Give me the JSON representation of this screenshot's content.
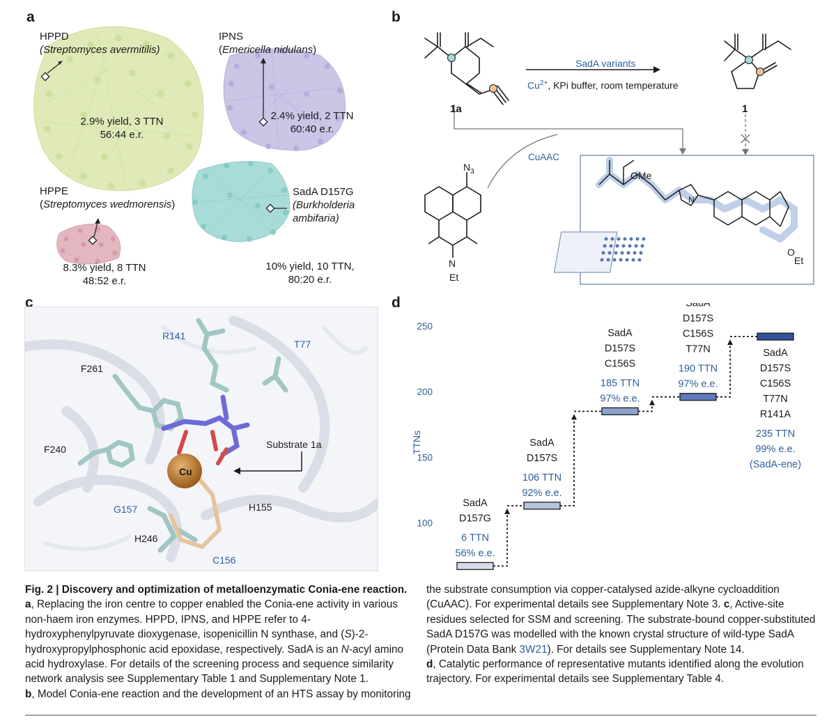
{
  "panels": {
    "a": "a",
    "b": "b",
    "c": "c",
    "d": "d"
  },
  "panel_a": {
    "hppd": {
      "name": "HPPD",
      "org": "(Streptomyces avermitilis)",
      "result1": "2.9% yield, 3 TTN",
      "result2": "56:44 e.r."
    },
    "ipns": {
      "name": "IPNS",
      "org_open": "(",
      "org_italic": "Emericella nidulans",
      "org_close": ")",
      "result1": "2.4% yield, 2 TTN",
      "result2": "60:40 e.r."
    },
    "hppe": {
      "name": "HPPE",
      "org_open": "(",
      "org_italic": "Streptomyces wedmorensis",
      "org_close": ")",
      "result1": "8.3% yield, 8 TTN",
      "result2": "48:52 e.r."
    },
    "sada": {
      "name": "SadA D157G",
      "org_line1": "(Burkholderia",
      "org_line2": "ambifaria)",
      "result1": "10% yield, 10 TTN,",
      "result2": "80:20 e.r."
    },
    "colors": {
      "hppd": "#dfeab8",
      "ipns": "#c9c6e6",
      "hppe": "#e3b6c0",
      "sada": "#a9dcd8"
    }
  },
  "panel_b": {
    "reagent": "SadA variants",
    "conditions_cu": "Cu",
    "conditions_sup": "2+",
    "conditions_rest": ", KPi buffer, room temperature",
    "compound_1a": "1a",
    "compound_1": "1",
    "cuaac": "CuAAC",
    "n3": "N",
    "n3_sub": "3",
    "ome": "OMe",
    "et": "Et",
    "n": "N",
    "o": "O",
    "et2": "Et",
    "n_triazole": "N",
    "box_color": "#7f97b8",
    "highlight_color": "#b8cbe4"
  },
  "panel_c": {
    "r141": "R141",
    "t77": "T77",
    "f261": "F261",
    "f240": "F240",
    "substrate": "Substrate 1a",
    "cu": "Cu",
    "g157": "G157",
    "h155": "H155",
    "h246": "H246",
    "c156": "C156"
  },
  "chart_data": {
    "type": "bar",
    "subtype": "floating-step",
    "ylabel": "TTNs",
    "yticks": [
      100,
      150,
      200,
      250
    ],
    "ylim": [
      63,
      258
    ],
    "steps": [
      {
        "variant": [
          "SadA",
          "D157G"
        ],
        "value": 6,
        "plotted_y": 67,
        "ttn": "6 TTN",
        "ee": "56% e.e.",
        "color": "#d5dceb"
      },
      {
        "variant": [
          "SadA",
          "D157S"
        ],
        "value": 106,
        "plotted_y": 113,
        "ttn": "106 TTN",
        "ee": "92% e.e.",
        "color": "#b6c4df"
      },
      {
        "variant": [
          "SadA",
          "D157S",
          "C156S"
        ],
        "value": 185,
        "plotted_y": 185,
        "ttn": "185 TTN",
        "ee": "97% e.e.",
        "color": "#8da3cf"
      },
      {
        "variant": [
          "SadA",
          "D157S",
          "C156S",
          "T77N"
        ],
        "value": 190,
        "plotted_y": 196,
        "ttn": "190 TTN",
        "ee": "97% e.e.",
        "color": "#6079b9"
      },
      {
        "variant": [
          "SadA",
          "D157S",
          "C156S",
          "T77N",
          "R141A"
        ],
        "value": 235,
        "plotted_y": 242,
        "ttn": "235 TTN",
        "ee": "99% e.e.",
        "extra": "(SadA-ene)",
        "color": "#34509a"
      }
    ]
  },
  "caption": {
    "title": "Fig. 2 | Discovery and optimization of metalloenzymatic Conia-ene reaction.",
    "a_label": "a",
    "a_text": ", Replacing the iron centre to copper enabled the Conia-ene activity in various non-haem iron enzymes. HPPD, IPNS, and HPPE refer to 4-hydroxyphenylpyruvate dioxygenase, isopenicillin N synthase, and (",
    "a_s": "S",
    "a_text2": ")-2-hydroxypropylphosphonic acid epoxidase, respectively. SadA is an ",
    "a_n": "N",
    "a_text3": "-acyl amino acid hydroxylase. For details of the screening process and sequence similarity network analysis see Supplementary Table 1 and Supplementary Note 1.",
    "b_label": "b",
    "b_text": ", Model Conia-ene reaction and the development of an HTS assay by monitoring the substrate consumption via copper-catalysed azide-alkyne cycloaddition (CuAAC). For experimental details see Supplementary Note 3. ",
    "c_label": "c",
    "c_text": ", Active-site residues selected for SSM and screening. The substrate-bound copper-substituted SadA D157G was modelled with the known crystal structure of wild-type SadA (Protein Data Bank ",
    "c_link": "3W21",
    "c_text2": "). For details see Supplementary Note 14.",
    "d_label": "d",
    "d_text": ", Catalytic performance of representative mutants identified along the evolution trajectory. For experimental details see Supplementary Table 4."
  }
}
